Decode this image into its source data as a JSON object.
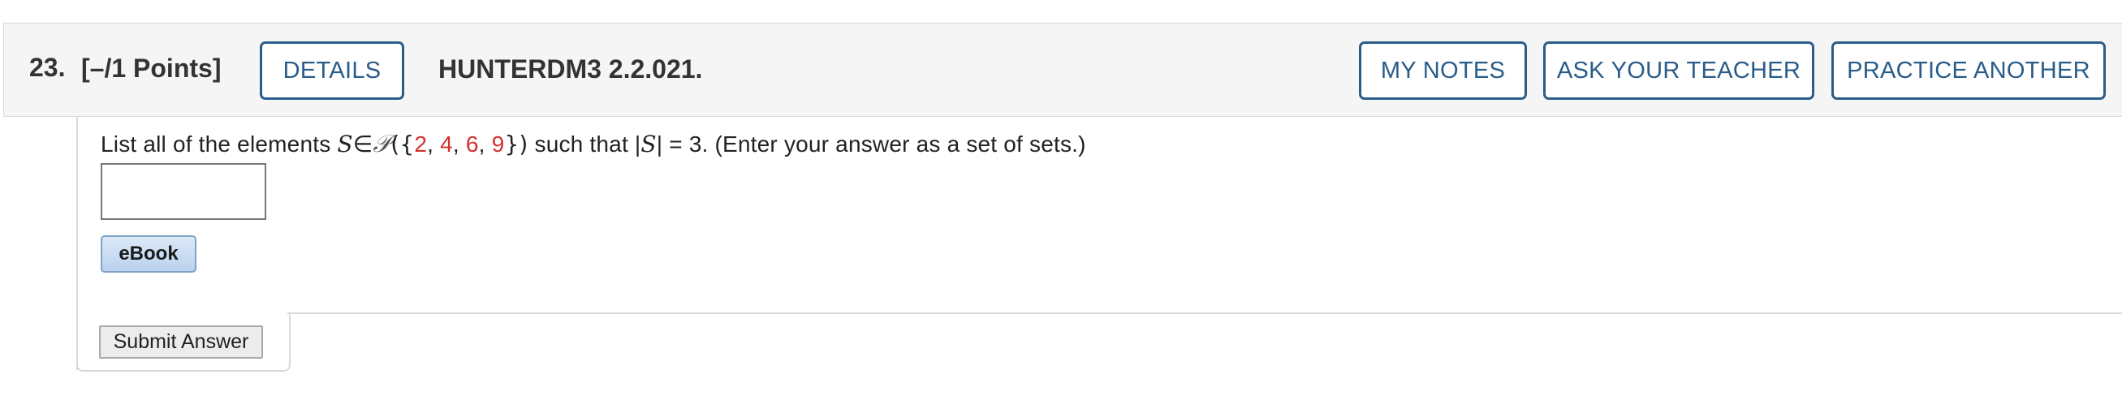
{
  "header": {
    "question_number": "23.",
    "points": "[–/1 Points]",
    "details_label": "DETAILS",
    "question_id": "HUNTERDM3 2.2.021.",
    "my_notes_label": "MY NOTES",
    "ask_teacher_label": "ASK YOUR TEACHER",
    "practice_another_label": "PRACTICE ANOTHER"
  },
  "prompt": {
    "lead": "List all of the elements ",
    "var_s": "S",
    "element_of": "∈",
    "power_set": "𝒫",
    "open": "({",
    "n1": "2",
    "sep1": ", ",
    "n2": "4",
    "sep2": ", ",
    "n3": "6",
    "sep3": ", ",
    "n4": "9",
    "close": "})",
    "such_that": " such that ",
    "bar_open": "|",
    "var_s2": "S",
    "bar_close": "|",
    "equals": " = 3.",
    "instruction": " (Enter your answer as a set of sets.)"
  },
  "answer": {
    "value": ""
  },
  "buttons": {
    "ebook_label": "eBook",
    "submit_label": "Submit Answer"
  },
  "colors": {
    "accent": "#2a5c8a",
    "highlight_numbers": "#d32f2f",
    "header_bg": "#f5f5f5"
  }
}
